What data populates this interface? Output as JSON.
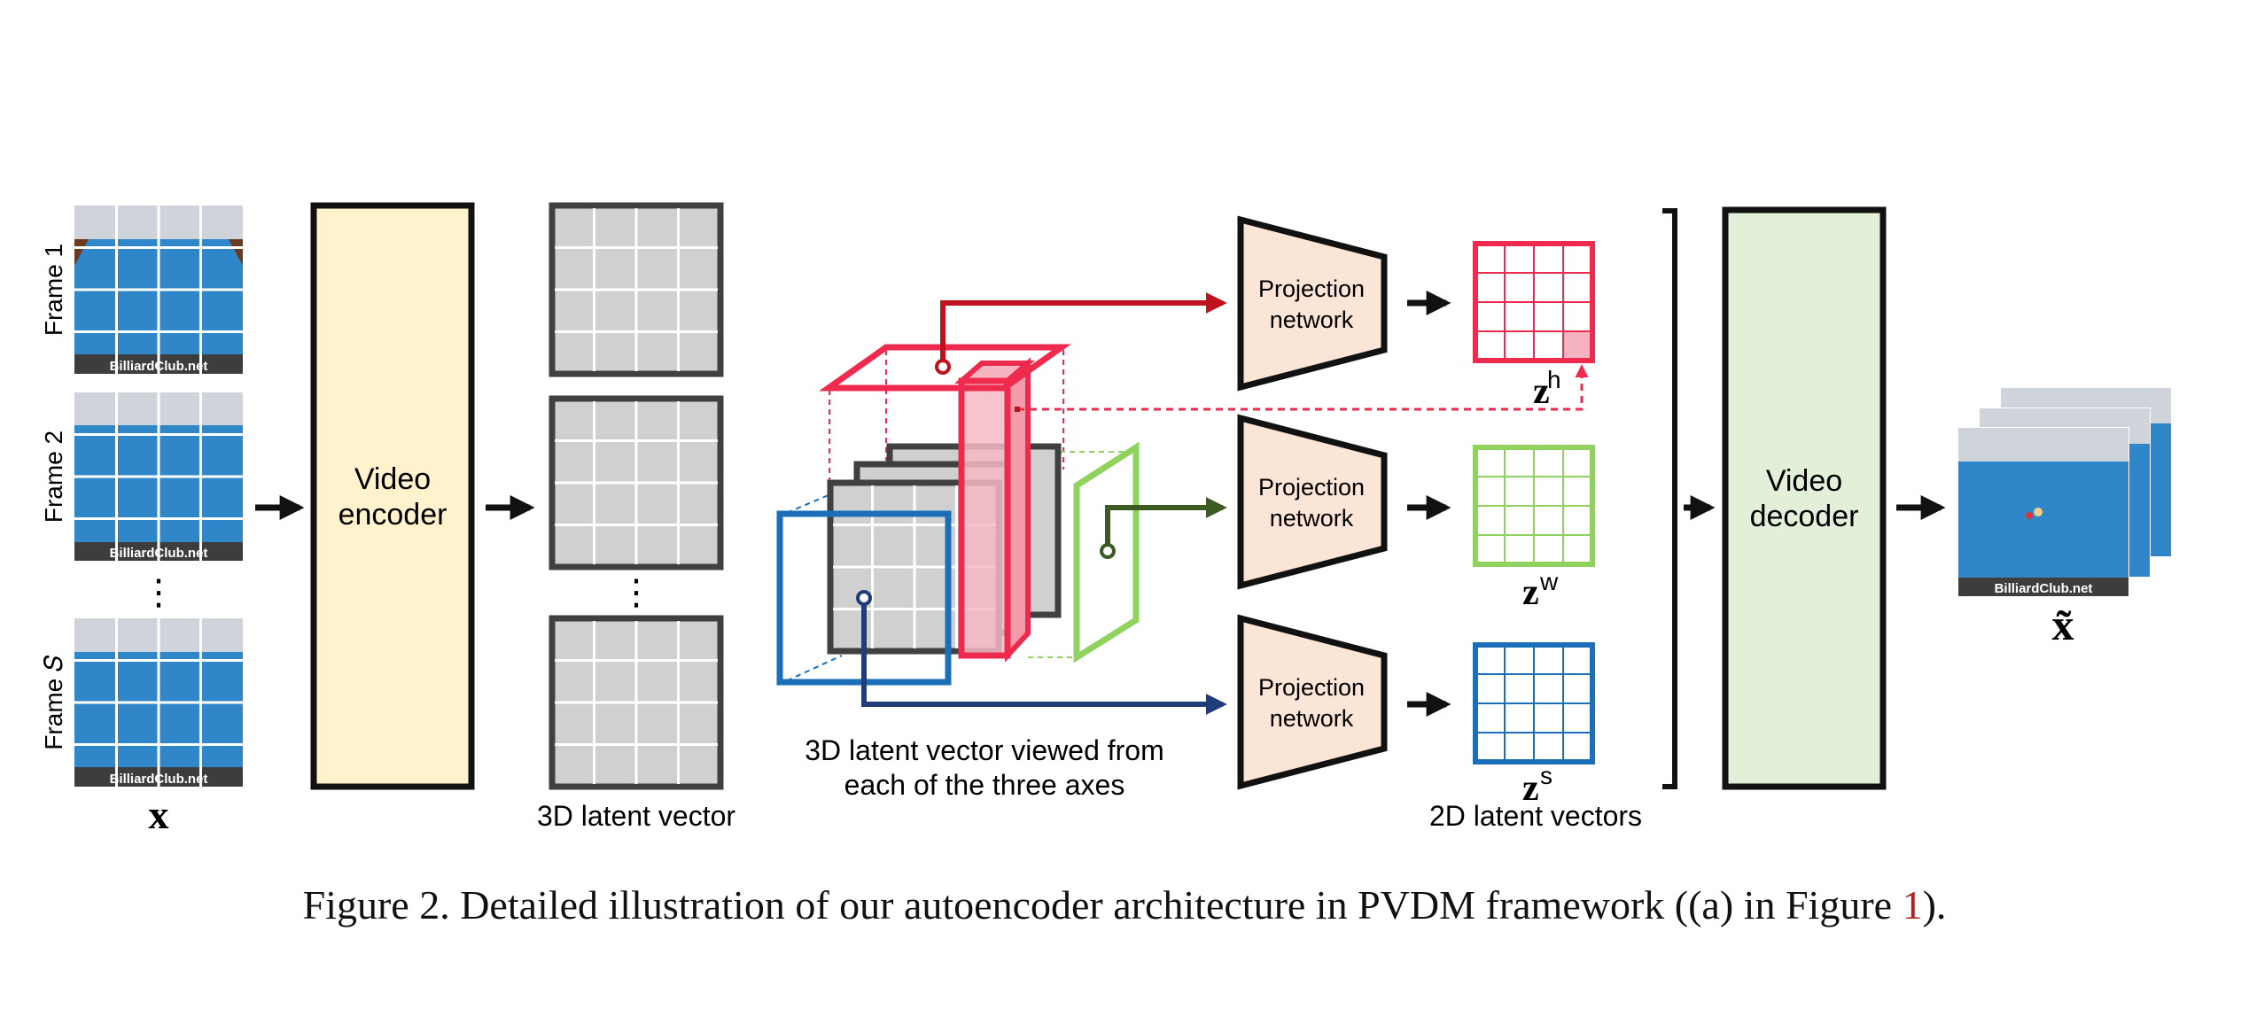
{
  "frames": {
    "labels": [
      "Frame 1",
      "Frame 2",
      "Frame 𝑆"
    ],
    "watermark": "BilliardClub.net",
    "dots": "⋮",
    "input_label": "x"
  },
  "encoder": {
    "line1": "Video",
    "line2": "encoder"
  },
  "latent3d": {
    "label": "3D latent vector",
    "dots": "⋮"
  },
  "cube": {
    "label_line1": "3D latent vector viewed from",
    "label_line2": "each of the three axes"
  },
  "projection": {
    "line1": "Projection",
    "line2": "network"
  },
  "latent2d": {
    "label": "2D latent vectors",
    "items": [
      {
        "base": "z",
        "sup": "h"
      },
      {
        "base": "z",
        "sup": "w"
      },
      {
        "base": "z",
        "sup": "s"
      }
    ]
  },
  "decoder": {
    "line1": "Video",
    "line2": "decoder"
  },
  "output": {
    "label": "x̃",
    "watermark": "BilliardClub.net"
  },
  "caption": {
    "text": "Figure 2. Detailed illustration of our autoencoder architecture in PVDM framework ((a) in Figure ",
    "ref": "1",
    "end": ")."
  },
  "colors": {
    "red": "#ee2b4e",
    "dark_red": "#c0121e",
    "green": "#8fd35e",
    "dark_green": "#3c5b22",
    "blue": "#1a6fb8",
    "dark_blue": "#1f3d78",
    "encoder_fill": "#fff2cc",
    "decoder_fill": "#e2f0d9",
    "projection_fill": "#fbe5d6",
    "latent_fill": "#d0d0d0"
  }
}
